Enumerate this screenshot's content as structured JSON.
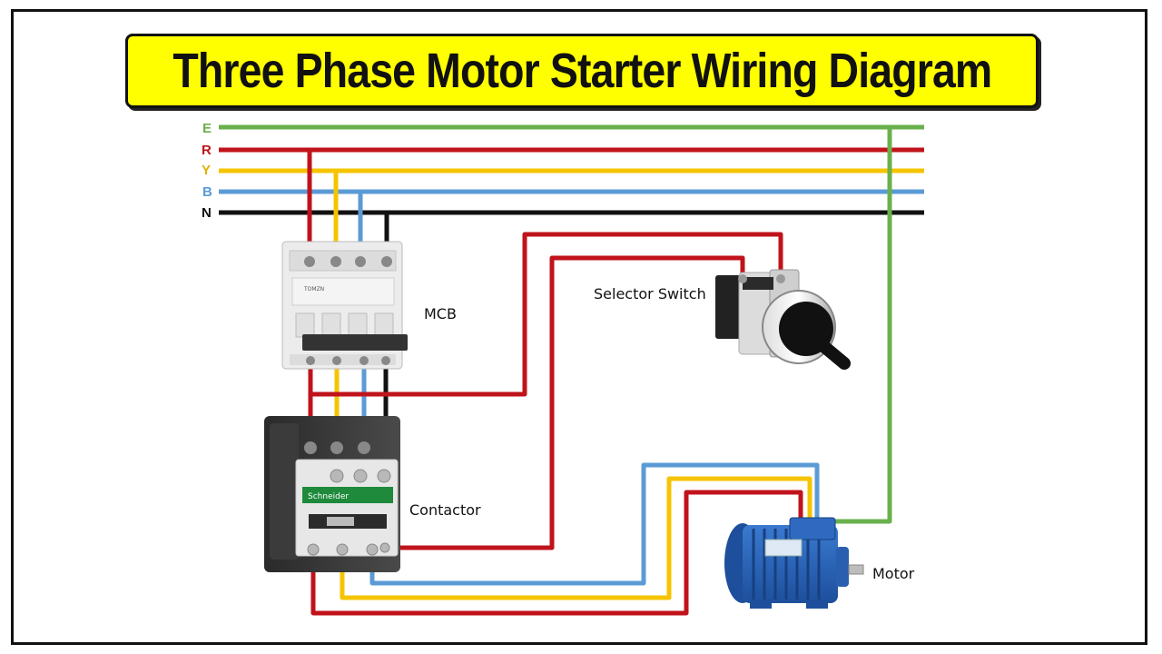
{
  "title": "Three Phase Motor Starter Wiring Diagram",
  "lines": [
    {
      "label": "E",
      "color": "#6ab04c"
    },
    {
      "label": "R",
      "color": "#c0131b"
    },
    {
      "label": "Y",
      "color": "#f5c400"
    },
    {
      "label": "B",
      "color": "#5b9bd5"
    },
    {
      "label": "N",
      "color": "#111111"
    }
  ],
  "components": {
    "mcb": {
      "label": "MCB",
      "brand": "TOMZN"
    },
    "selector": {
      "label": "Selector Switch"
    },
    "contactor": {
      "label": "Contactor",
      "brand": "Schneider"
    },
    "motor": {
      "label": "Motor"
    }
  }
}
